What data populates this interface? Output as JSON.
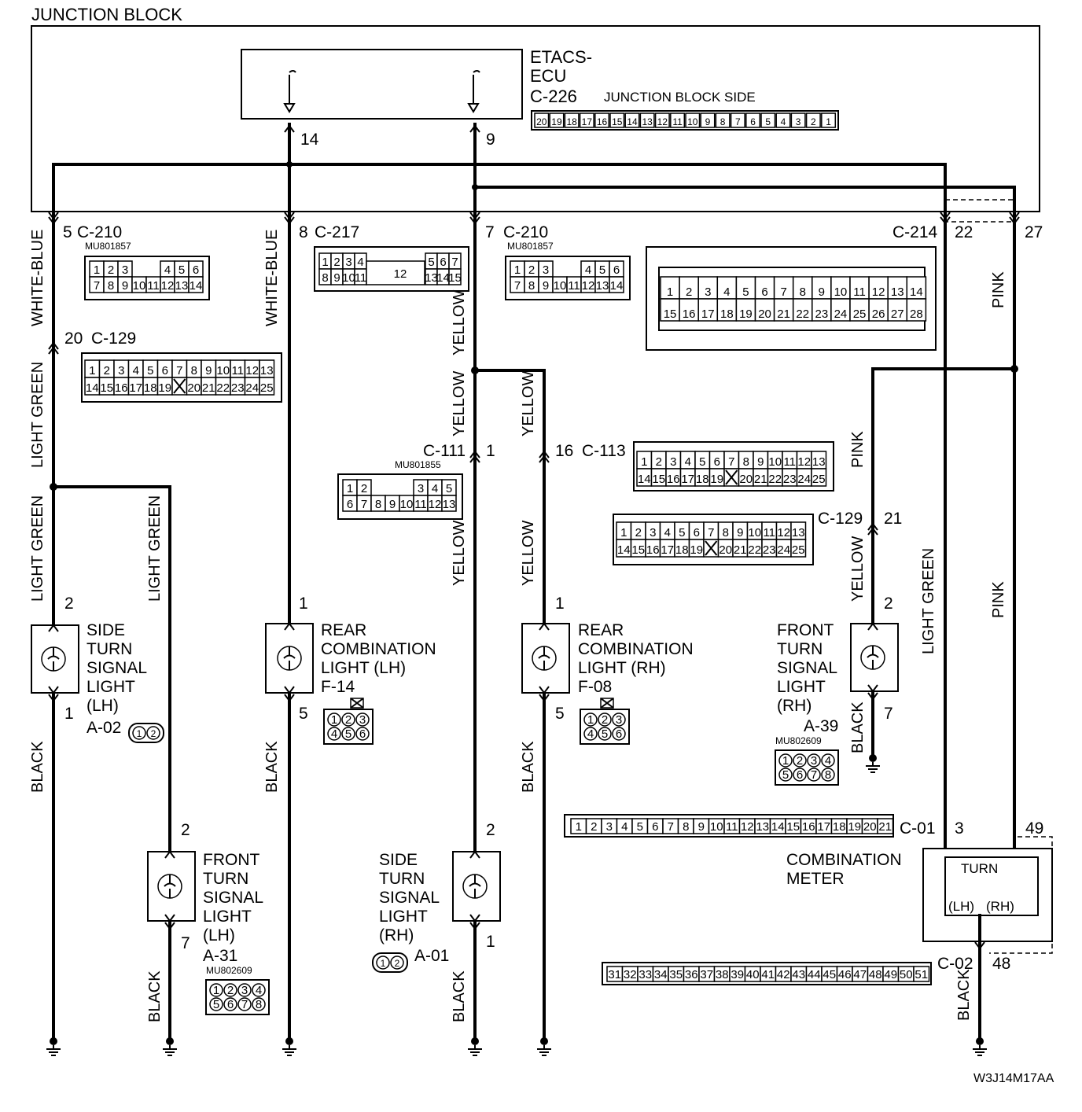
{
  "junction_block": "JUNCTION BLOCK",
  "ecu": {
    "line1": "ETACS-",
    "line2": "ECU",
    "connector": "C-226",
    "side_label": "JUNCTION BLOCK SIDE",
    "pins": [
      "20",
      "19",
      "18",
      "17",
      "16",
      "15",
      "14",
      "13",
      "12",
      "11",
      "10",
      "9",
      "8",
      "7",
      "6",
      "5",
      "4",
      "3",
      "2",
      "1"
    ]
  },
  "pins": {
    "p14": "14",
    "p9": "9",
    "p5": "5",
    "p8": "8",
    "p7": "7",
    "p22": "22",
    "p27": "27",
    "p20": "20",
    "p16": "16",
    "p1_c111": "1",
    "p21": "21",
    "p3": "3",
    "p49": "49",
    "p48": "48"
  },
  "connectors": {
    "c210a": "C-210",
    "c210a_part": "MU801857",
    "c217": "C-217",
    "c210b": "C-210",
    "c210b_part": "MU801857",
    "c214": "C-214",
    "c129a": "C-129",
    "c111": "C-111",
    "c111_part": "MU801855",
    "c113": "C-113",
    "c129b": "C-129",
    "c01": "C-01",
    "c02": "C-02"
  },
  "wire_colors": {
    "wb1": "WHITE-BLUE",
    "wb2": "WHITE-BLUE",
    "lg1": "LIGHT GREEN",
    "lg2": "LIGHT GREEN",
    "lg3": "LIGHT GREEN",
    "lg4": "LIGHT GREEN",
    "y1": "YELLOW",
    "y2": "YELLOW",
    "y3": "YELLOW",
    "y4": "YELLOW",
    "y5": "YELLOW",
    "y6": "YELLOW",
    "pk1": "PINK",
    "pk2": "PINK",
    "pk3": "PINK",
    "bk1": "BLACK",
    "bk2": "BLACK",
    "bk3": "BLACK",
    "bk4": "BLACK",
    "bk5": "BLACK",
    "bk6": "BLACK",
    "bk7": "BLACK"
  },
  "components": {
    "side_lh": {
      "lines": [
        "SIDE",
        "TURN",
        "SIGNAL",
        "LIGHT",
        "(LH)"
      ],
      "connector": "A-02",
      "pin_top": "2",
      "pin_bottom": "1"
    },
    "front_lh": {
      "lines": [
        "FRONT",
        "TURN",
        "SIGNAL",
        "LIGHT",
        "(LH)"
      ],
      "connector": "A-31",
      "part": "MU802609",
      "pin_top": "2",
      "pin_bottom": "7"
    },
    "rear_lh": {
      "lines": [
        "REAR",
        "COMBINATION",
        "LIGHT (LH)"
      ],
      "connector": "F-14",
      "pin_top": "1",
      "pin_bottom": "5"
    },
    "side_rh": {
      "lines": [
        "SIDE",
        "TURN",
        "SIGNAL",
        "LIGHT",
        "(RH)"
      ],
      "connector": "A-01",
      "pin_top": "2",
      "pin_bottom": "1"
    },
    "rear_rh": {
      "lines": [
        "REAR",
        "COMBINATION",
        "LIGHT (RH)"
      ],
      "connector": "F-08",
      "pin_top": "1",
      "pin_bottom": "5"
    },
    "front_rh": {
      "lines": [
        "FRONT",
        "TURN",
        "SIGNAL",
        "LIGHT",
        "(RH)"
      ],
      "connector": "A-39",
      "part": "MU802609",
      "pin_top": "2",
      "pin_bottom": "7"
    },
    "meter": {
      "line1": "COMBINATION",
      "line2": "METER",
      "turn": "TURN",
      "lh": "(LH)",
      "rh": "(RH)"
    }
  },
  "diagram_id": "W3J14M17AA"
}
